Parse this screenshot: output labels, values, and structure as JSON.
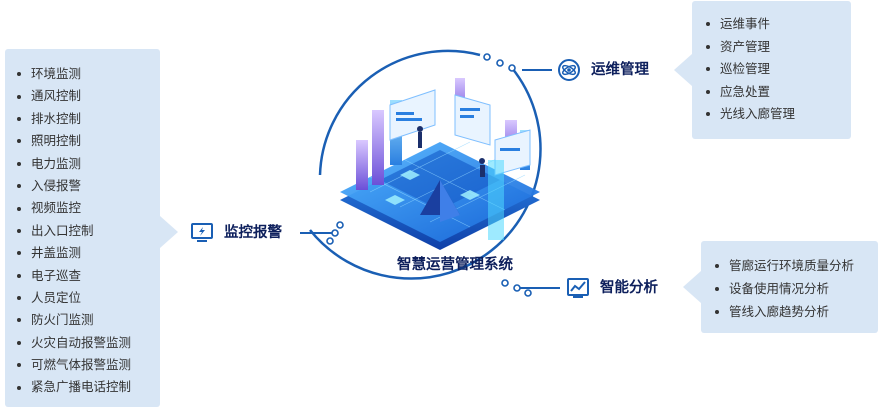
{
  "center": {
    "title": "智慧运营管理系统"
  },
  "monitoring": {
    "label": "监控报警",
    "icon": "monitor-alert-icon",
    "items": [
      "环境监测",
      "通风控制",
      "排水控制",
      "照明控制",
      "电力监测",
      "入侵报警",
      "视频监控",
      "出入口控制",
      "井盖监测",
      "电子巡查",
      "人员定位",
      "防火门监测",
      "火灾自动报警监测",
      "可燃气体报警监测",
      "紧急广播电话控制"
    ]
  },
  "operations": {
    "label": "运维管理",
    "icon": "atom-icon",
    "items": [
      "运维事件",
      "资产管理",
      "巡检管理",
      "应急处置",
      "光线入廊管理"
    ]
  },
  "analysis": {
    "label": "智能分析",
    "icon": "line-chart-icon",
    "items": [
      "管廊运行环境质量分析",
      "设备使用情况分析",
      "管线入廊趋势分析"
    ]
  },
  "colors": {
    "panel": "#d8e6f5",
    "ring": "#1a5fb4",
    "accent": "#0d1f5c",
    "iso_blue": "#1f7fe0"
  }
}
